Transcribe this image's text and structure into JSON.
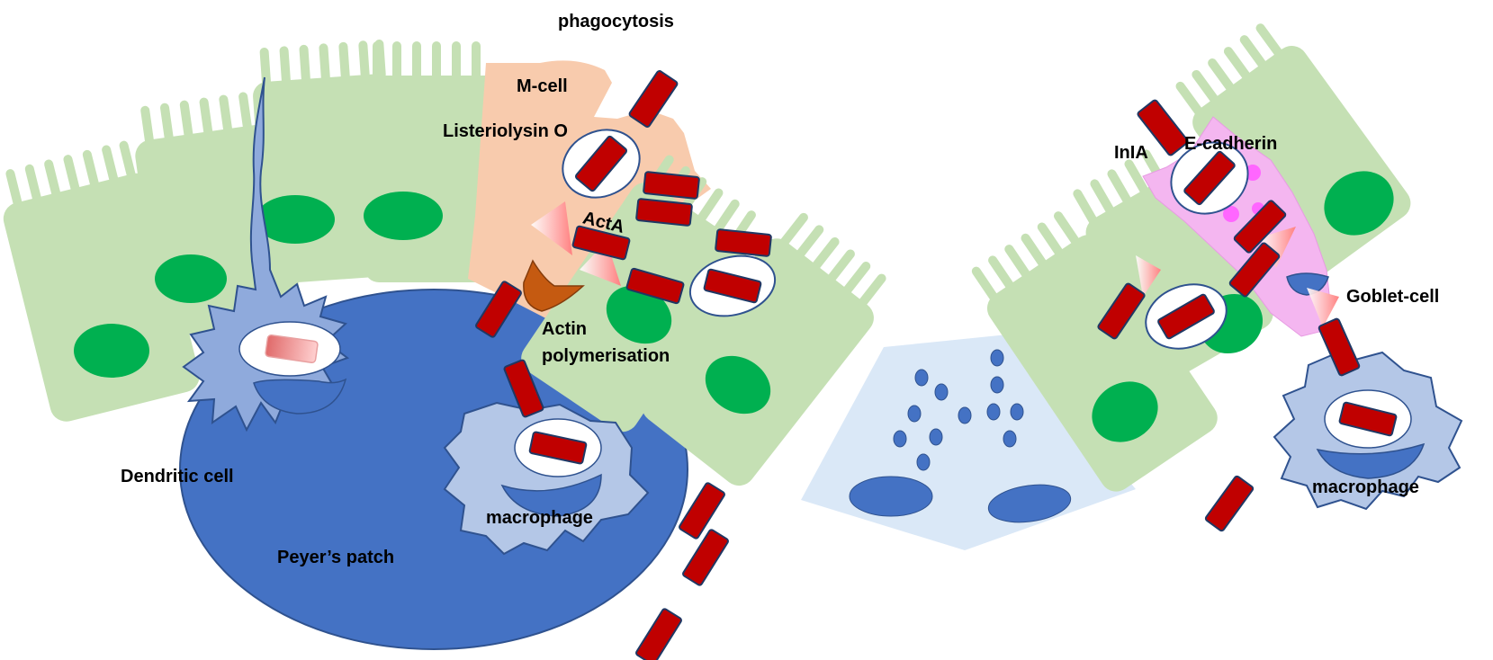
{
  "labels": {
    "phagocytosis": "phagocytosis",
    "m_cell": "M-cell",
    "listeriolysin": "Listeriolysin O",
    "acta": "ActA",
    "actin_line1": "Actin",
    "actin_line2": "polymerisation",
    "dendritic": "Dendritic cell",
    "macrophage_left": "macrophage",
    "peyers": "Peyer’s patch",
    "inla": "InIA",
    "ecadherin": "E-cadherin",
    "goblet": "Goblet-cell",
    "macrophage_right": "macrophage"
  },
  "colors": {
    "epithelial": "#c5e0b4",
    "nucleus": "#00b050",
    "m_cell": "#f8cbad",
    "peyers_patch": "#4472c4",
    "bacterium": "#c00000",
    "immune_cell": "#b4c7e7",
    "goblet": "#f4b6f0",
    "lamina": "#dae8f7",
    "actin": "#c55a11",
    "comet": "#ff9999"
  }
}
